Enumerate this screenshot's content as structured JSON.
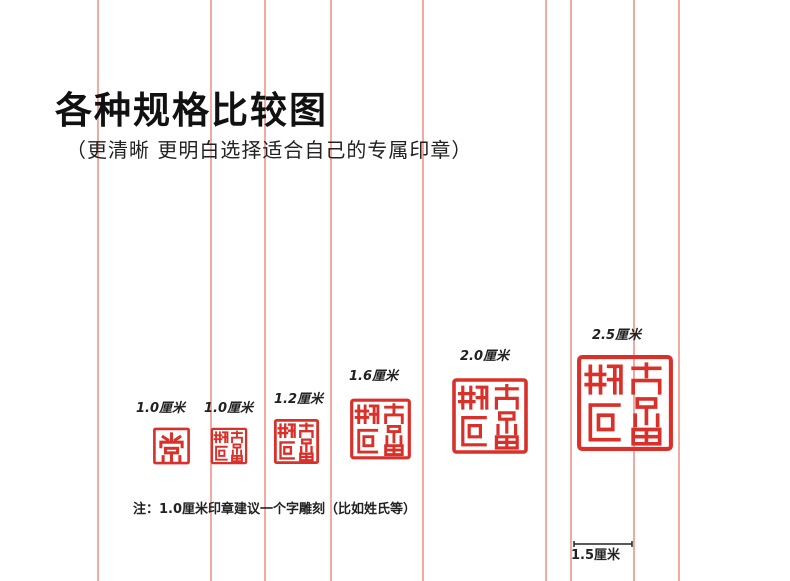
{
  "header": {
    "title": "各种规格比较图",
    "subtitle": "（更清晰 更明白选择适合自己的专属印章）"
  },
  "colors": {
    "guide_line": "#f1aaa2",
    "seal_red": "#d9302a",
    "text": "#222222"
  },
  "seals": [
    {
      "size_label": "1.0厘米",
      "characters": "常",
      "style": "single-character"
    },
    {
      "size_label": "1.0厘米",
      "characters": "静常思",
      "style": "name-seal"
    },
    {
      "size_label": "1.2厘米",
      "characters": "静常思",
      "style": "name-seal"
    },
    {
      "size_label": "1.6厘米",
      "characters": "静常思",
      "style": "name-seal"
    },
    {
      "size_label": "2.0厘米",
      "characters": "静常思",
      "style": "name-seal"
    },
    {
      "size_label": "2.5厘米",
      "characters": "静常思",
      "style": "name-seal"
    }
  ],
  "note": "注：1.0厘米印章建议一个字雕刻（比如姓氏等）",
  "scale": {
    "label": "1.5厘米"
  }
}
